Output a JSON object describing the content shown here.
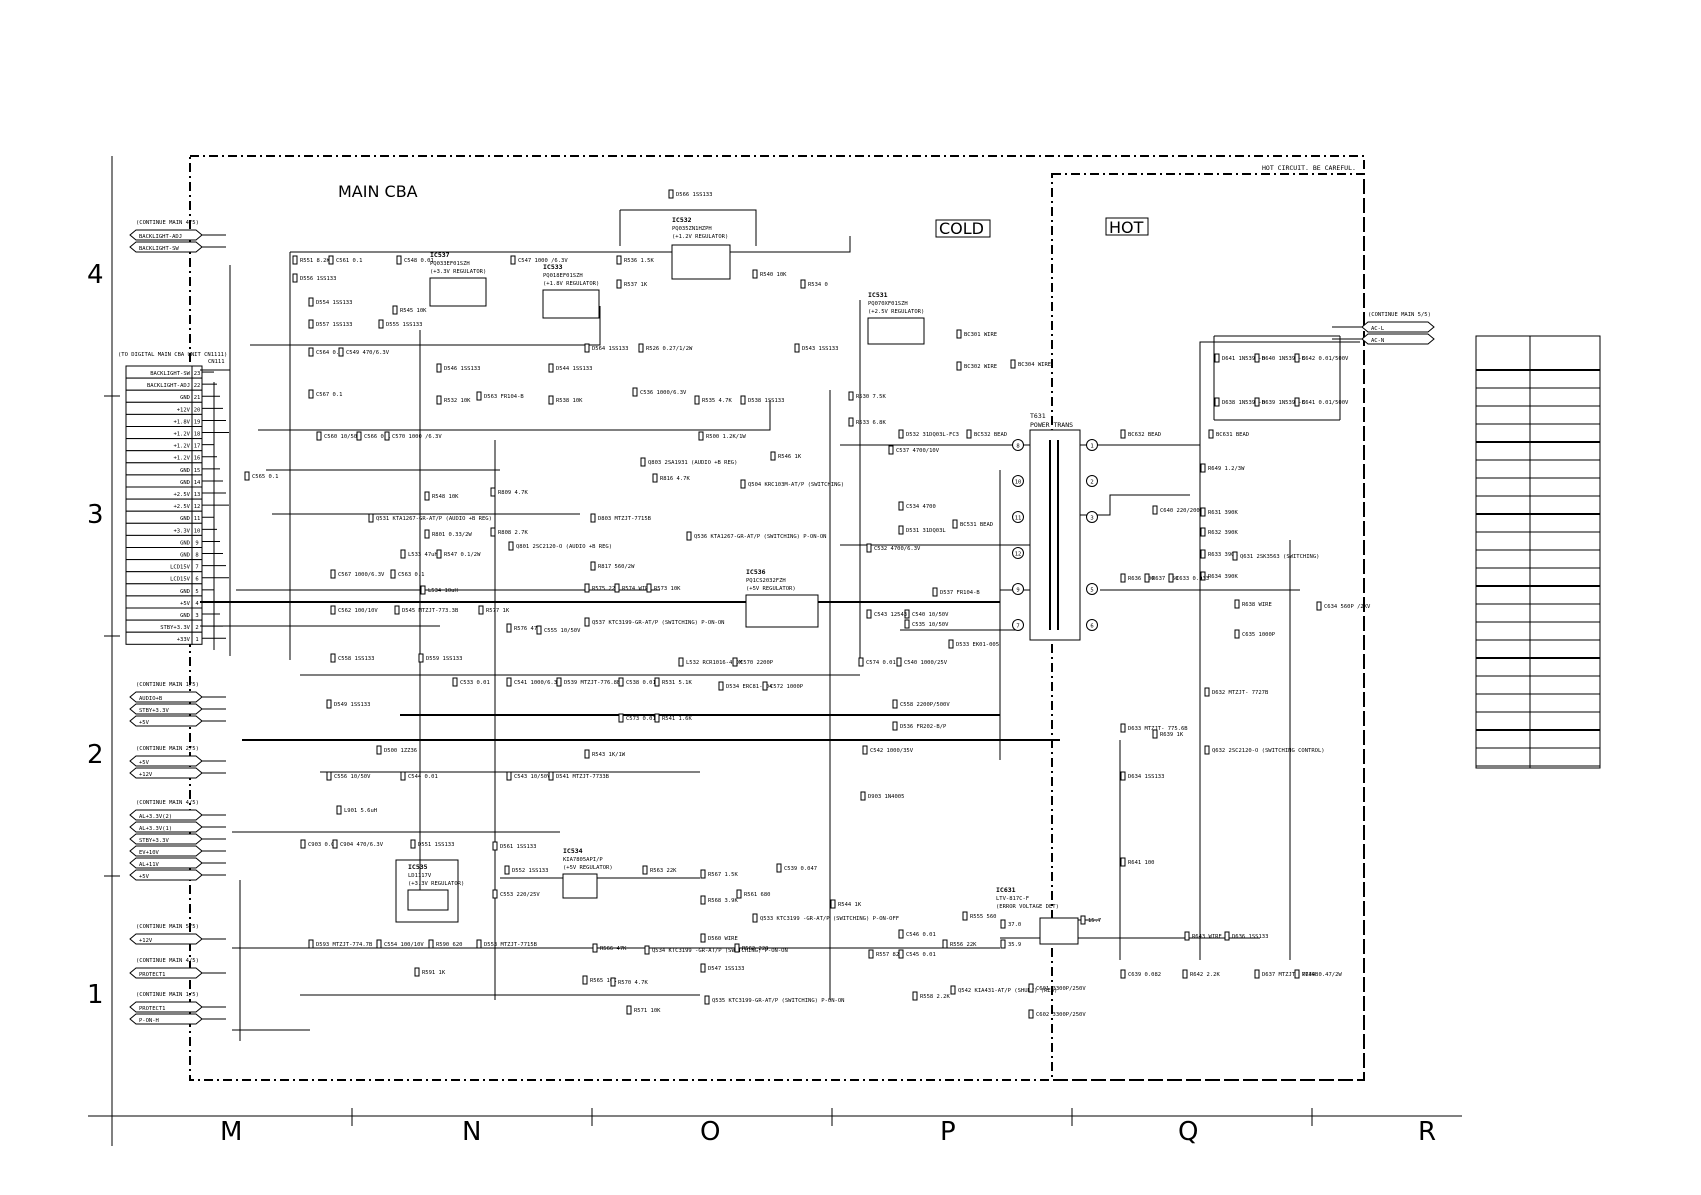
{
  "title": "MAIN CBA",
  "hot_warning": "HOT CIRCUIT. BE CAREFUL.",
  "zones": {
    "cold": "COLD",
    "hot": "HOT"
  },
  "grid_cols": [
    "M",
    "N",
    "O",
    "P",
    "Q",
    "R"
  ],
  "grid_rows": [
    "4",
    "3",
    "2",
    "1"
  ],
  "connector_header": "(TO DIGITAL MAIN CBA UNIT CN1111)",
  "connector_ref": "CN111",
  "connector_pins": [
    {
      "label": "BACKLIGHT-SW",
      "pin": "23"
    },
    {
      "label": "BACKLIGHT-ADJ",
      "pin": "22"
    },
    {
      "label": "GND",
      "pin": "21"
    },
    {
      "label": "+12V",
      "pin": "20"
    },
    {
      "label": "+1.8V",
      "pin": "19"
    },
    {
      "label": "+1.2V",
      "pin": "18"
    },
    {
      "label": "+1.2V",
      "pin": "17"
    },
    {
      "label": "+1.2V",
      "pin": "16"
    },
    {
      "label": "GND",
      "pin": "15"
    },
    {
      "label": "GND",
      "pin": "14"
    },
    {
      "label": "+2.5V",
      "pin": "13"
    },
    {
      "label": "+2.5V",
      "pin": "12"
    },
    {
      "label": "GND",
      "pin": "11"
    },
    {
      "label": "+3.3V",
      "pin": "10"
    },
    {
      "label": "GND",
      "pin": "9"
    },
    {
      "label": "GND",
      "pin": "8"
    },
    {
      "label": "LCD15V",
      "pin": "7"
    },
    {
      "label": "LCD15V",
      "pin": "6"
    },
    {
      "label": "GND",
      "pin": "5"
    },
    {
      "label": "+5V",
      "pin": "4"
    },
    {
      "label": "GND",
      "pin": "3"
    },
    {
      "label": "STBY+3.3V",
      "pin": "2"
    },
    {
      "label": "+33V",
      "pin": "1"
    }
  ],
  "continue_groups": [
    {
      "title": "(CONTINUE MAIN 4/5)",
      "signals": [
        "BACKLIGHT-ADJ",
        "BACKLIGHT-SW"
      ]
    },
    {
      "title": "(CONTINUE MAIN 1/5)",
      "signals": [
        "AUDIO+B",
        "STBY+3.3V",
        "+5V"
      ]
    },
    {
      "title": "(CONTINUE MAIN 2/5)",
      "signals": [
        "+5V",
        "+12V"
      ]
    },
    {
      "title": "(CONTINUE MAIN 4/5)",
      "signals": [
        "AL+3.3V(2)",
        "AL+3.3V(1)",
        "STBY+3.3V",
        "EV+10V",
        "AL+11V",
        "+5V"
      ]
    },
    {
      "title": "(CONTINUE MAIN 5/5)",
      "signals": [
        "+12V"
      ]
    },
    {
      "title": "(CONTINUE MAIN 4/5)",
      "signals": [
        "PROTECT1"
      ]
    },
    {
      "title": "(CONTINUE MAIN 1/5)",
      "signals": [
        "PROTECT1",
        "P-ON-H"
      ]
    },
    {
      "title": "(CONTINUE MAIN 5/5)",
      "signals": [
        "AC-L",
        "AC-N"
      ]
    }
  ],
  "regulators": [
    {
      "ref": "IC537",
      "part": "PQ033EF01SZH",
      "desc": "(+3.3V REGULATOR)"
    },
    {
      "ref": "IC533",
      "part": "PQ018EF01SZH",
      "desc": "(+1.8V REGULATOR)"
    },
    {
      "ref": "IC532",
      "part": "PQ035ZN1HZPH",
      "desc": "(+1.2V REGULATOR)"
    },
    {
      "ref": "IC531",
      "part": "PQ070XF01SZH",
      "desc": "(+2.5V REGULATOR)"
    },
    {
      "ref": "IC536",
      "part": "PQ1CS2032FZH",
      "desc": "(+5V REGULATOR)"
    },
    {
      "ref": "IC534",
      "part": "KIA7805API/P",
      "desc": "(+5V REGULATOR)"
    },
    {
      "ref": "IC535",
      "part": "LD1117V",
      "desc": "(+3.3V REGULATOR)"
    },
    {
      "ref": "IC631",
      "part": "LTV-817C-F",
      "desc": "(ERROR VOLTAGE DET)"
    }
  ],
  "transformer": {
    "ref": "T631",
    "desc": "POWER TRANS"
  },
  "labels": [
    {
      "id": "d566",
      "text": "D566 1SS133"
    },
    {
      "id": "r551",
      "text": "R551 8.2K"
    },
    {
      "id": "c561",
      "text": "C561 0.1"
    },
    {
      "id": "c548",
      "text": "C548 0.01"
    },
    {
      "id": "c547",
      "text": "C547 1000 /6.3V"
    },
    {
      "id": "r536",
      "text": "R536 1.5K"
    },
    {
      "id": "r537",
      "text": "R537 1K"
    },
    {
      "id": "r540",
      "text": "R540 10K"
    },
    {
      "id": "r534",
      "text": "R534 0"
    },
    {
      "id": "d556",
      "text": "D556 1SS133"
    },
    {
      "id": "d554",
      "text": "D554 1SS133"
    },
    {
      "id": "d557",
      "text": "D557 1SS133"
    },
    {
      "id": "d555",
      "text": "D555 1SS133"
    },
    {
      "id": "r545",
      "text": "R545 10K"
    },
    {
      "id": "c564",
      "text": "C564 0.1"
    },
    {
      "id": "c549",
      "text": "C549 470/6.3V"
    },
    {
      "id": "d546",
      "text": "D546 1SS133"
    },
    {
      "id": "d544",
      "text": "D544 1SS133"
    },
    {
      "id": "d564",
      "text": "D564 1SS133"
    },
    {
      "id": "r526",
      "text": "R526 0.27/1/2W"
    },
    {
      "id": "d543",
      "text": "D543 1SS133"
    },
    {
      "id": "bc301",
      "text": "BC301 WIRE"
    },
    {
      "id": "bc302",
      "text": "BC302 WIRE"
    },
    {
      "id": "bc304",
      "text": "BC304 WIRE"
    },
    {
      "id": "c567",
      "text": "C567 0.1"
    },
    {
      "id": "r532",
      "text": "R532 10K"
    },
    {
      "id": "d563",
      "text": "D563 FR104-B"
    },
    {
      "id": "r538",
      "text": "R538 10K"
    },
    {
      "id": "c536",
      "text": "C536 1000/6.3V"
    },
    {
      "id": "r535",
      "text": "R535 4.7K"
    },
    {
      "id": "d538",
      "text": "D538 1SS133"
    },
    {
      "id": "r530",
      "text": "R530 7.5K"
    },
    {
      "id": "r533",
      "text": "R533 6.8K"
    },
    {
      "id": "c560",
      "text": "C560 10/50V"
    },
    {
      "id": "c566",
      "text": "C566 0.1"
    },
    {
      "id": "c570",
      "text": "C570 1000 /6.3V"
    },
    {
      "id": "r500",
      "text": "R500 1.2K/1W"
    },
    {
      "id": "d532",
      "text": "D532 31DQ03L-FC3"
    },
    {
      "id": "bc532",
      "text": "BC532 BEAD"
    },
    {
      "id": "c537",
      "text": "C537 4700/10V"
    },
    {
      "id": "r546",
      "text": "R546 1K"
    },
    {
      "id": "q504",
      "text": "Q504 KRC103M-AT/P (SWITCHING)"
    },
    {
      "id": "c565",
      "text": "C565 0.1"
    },
    {
      "id": "q803",
      "text": "Q803 2SA1931 (AUDIO +B REG)"
    },
    {
      "id": "r816",
      "text": "R816 4.7K"
    },
    {
      "id": "r548",
      "text": "R548 10K"
    },
    {
      "id": "r809",
      "text": "R809 4.7K"
    },
    {
      "id": "d803",
      "text": "D803 MTZJT-7715B"
    },
    {
      "id": "q531",
      "text": "Q531 KTA1267-GR-AT/P (AUDIO +B REG)"
    },
    {
      "id": "r801",
      "text": "R801 0.33/2W"
    },
    {
      "id": "r808",
      "text": "R808 2.7K"
    },
    {
      "id": "q801",
      "text": "Q801 2SC2120-O (AUDIO +B REG)"
    },
    {
      "id": "q536",
      "text": "Q536 KTA1267-GR-AT/P (SWITCHING) P-ON-ON"
    },
    {
      "id": "c534",
      "text": "C534 4700"
    },
    {
      "id": "d531",
      "text": "D531 31DQ03L"
    },
    {
      "id": "bc531",
      "text": "BC531 BEAD"
    },
    {
      "id": "c532",
      "text": "C532 4700/6.3V"
    },
    {
      "id": "l533",
      "text": "L533 47uH"
    },
    {
      "id": "r547",
      "text": "R547 0.1/2W"
    },
    {
      "id": "r817",
      "text": "R817 560/2W"
    },
    {
      "id": "c567b",
      "text": "C567 1000/6.3V"
    },
    {
      "id": "c563",
      "text": "C563 0.1"
    },
    {
      "id": "l534",
      "text": "L534 10uH"
    },
    {
      "id": "r575",
      "text": "R575 220"
    },
    {
      "id": "r574",
      "text": "R574 WIRE"
    },
    {
      "id": "r573",
      "text": "R573 10K"
    },
    {
      "id": "c562",
      "text": "C562 100/10V"
    },
    {
      "id": "d545",
      "text": "D545 MTZJT-773.3B"
    },
    {
      "id": "r577",
      "text": "R577 1K"
    },
    {
      "id": "r576",
      "text": "R576 47K"
    },
    {
      "id": "c555",
      "text": "C555 10/50V"
    },
    {
      "id": "q537",
      "text": "Q537 KTC3199-GR-AT/P (SWITCHING) P-ON-ON"
    },
    {
      "id": "c540b",
      "text": "C540 10/50V"
    },
    {
      "id": "c543b",
      "text": "C543 12543"
    },
    {
      "id": "c535b",
      "text": "C535 10/50V"
    },
    {
      "id": "d537",
      "text": "D537 FR104-B"
    },
    {
      "id": "d533",
      "text": "D533 EK01-005"
    },
    {
      "id": "c558b",
      "text": "C558 1SS133"
    },
    {
      "id": "d559",
      "text": "D559 1SS133"
    },
    {
      "id": "c533",
      "text": "C533 0.01"
    },
    {
      "id": "c541",
      "text": "C541 1000/6.3V"
    },
    {
      "id": "d539",
      "text": "D539 MTZJT-776.8B"
    },
    {
      "id": "c538",
      "text": "C538 0.01"
    },
    {
      "id": "r531",
      "text": "R531 5.1K"
    },
    {
      "id": "l532",
      "text": "L532 RCR1016-470M"
    },
    {
      "id": "c570b",
      "text": "C570 2200P"
    },
    {
      "id": "d534",
      "text": "D534 ERC81-004"
    },
    {
      "id": "c572",
      "text": "C572 1000P"
    },
    {
      "id": "c574",
      "text": "C574 0.01"
    },
    {
      "id": "c540",
      "text": "C540 1000/25V"
    },
    {
      "id": "d549",
      "text": "D549 1SS133"
    },
    {
      "id": "c573",
      "text": "C573 0.01"
    },
    {
      "id": "r541",
      "text": "R541 1.6K"
    },
    {
      "id": "c558",
      "text": "C558 2200P/500V"
    },
    {
      "id": "d536",
      "text": "D536 FR202-B/P"
    },
    {
      "id": "d500",
      "text": "D500 1ZZ36"
    },
    {
      "id": "r543",
      "text": "R543 1K/1W"
    },
    {
      "id": "c542",
      "text": "C542 1000/35V"
    },
    {
      "id": "c556",
      "text": "C556 10/50V"
    },
    {
      "id": "c544",
      "text": "C544 0.01"
    },
    {
      "id": "c543",
      "text": "C543 10/50V"
    },
    {
      "id": "d541",
      "text": "D541 MTZJT-7733B"
    },
    {
      "id": "d903",
      "text": "D903 1N4005"
    },
    {
      "id": "l901",
      "text": "L901 5.6uH"
    },
    {
      "id": "c903",
      "text": "C903 0.01"
    },
    {
      "id": "c904",
      "text": "C904 470/6.3V"
    },
    {
      "id": "d551",
      "text": "D551 1SS133"
    },
    {
      "id": "d561",
      "text": "D561 1SS133"
    },
    {
      "id": "d552",
      "text": "D552 1SS133"
    },
    {
      "id": "c553",
      "text": "C553 220/25V"
    },
    {
      "id": "r563",
      "text": "R563 22K"
    },
    {
      "id": "r567",
      "text": "R567 1.5K"
    },
    {
      "id": "c539",
      "text": "C539 0.047"
    },
    {
      "id": "r561",
      "text": "R561 680"
    },
    {
      "id": "r544",
      "text": "R544 1K"
    },
    {
      "id": "r555",
      "text": "R555 560"
    },
    {
      "id": "r568",
      "text": "R568 3.9K"
    },
    {
      "id": "q533",
      "text": "Q533 KTC3199 -GR-AT/P (SWITCHING) P-ON-OFF"
    },
    {
      "id": "d593",
      "text": "D593 MTZJT-774.7B"
    },
    {
      "id": "c554",
      "text": "C554 100/10V"
    },
    {
      "id": "r590",
      "text": "R590 620"
    },
    {
      "id": "d553",
      "text": "D553 MTZJT-7715B"
    },
    {
      "id": "r591",
      "text": "R591 1K"
    },
    {
      "id": "r566",
      "text": "R566 47K"
    },
    {
      "id": "q534",
      "text": "Q534 KTC3199 -GR-AT/P (SWITCHING) P-ON-ON"
    },
    {
      "id": "d560",
      "text": "D560 WIRE"
    },
    {
      "id": "r562",
      "text": "R562 220"
    },
    {
      "id": "d547",
      "text": "D547 1SS133"
    },
    {
      "id": "r565",
      "text": "R565 10K"
    },
    {
      "id": "r570",
      "text": "R570 4.7K"
    },
    {
      "id": "r571",
      "text": "R571 10K"
    },
    {
      "id": "q535",
      "text": "Q535 KTC3199-GR-AT/P (SWITCHING) P-ON-ON"
    },
    {
      "id": "c546",
      "text": "C546 0.01"
    },
    {
      "id": "r557",
      "text": "R557 820"
    },
    {
      "id": "c545",
      "text": "C545 0.01"
    },
    {
      "id": "r556",
      "text": "R556 22K"
    },
    {
      "id": "r558",
      "text": "R558 2.2K"
    },
    {
      "id": "q542",
      "text": "Q542 KIA431-AT/P (SHUNT) (REG)"
    },
    {
      "id": "c601",
      "text": "C601 3300P/250V"
    },
    {
      "id": "c602",
      "text": "C602 3300P/250V"
    },
    {
      "id": "d641",
      "text": "D641 1N5397-B"
    },
    {
      "id": "d640",
      "text": "D640 1N5397-B"
    },
    {
      "id": "c642",
      "text": "C642 0.01/500V"
    },
    {
      "id": "d638",
      "text": "D638 1N5397-B"
    },
    {
      "id": "d639",
      "text": "D639 1N5397-B"
    },
    {
      "id": "c641",
      "text": "C641 0.01/500V"
    },
    {
      "id": "bc632",
      "text": "BC632 BEAD"
    },
    {
      "id": "bc631",
      "text": "BC631 BEAD"
    },
    {
      "id": "r649",
      "text": "R649 1.2/3W"
    },
    {
      "id": "c640",
      "text": "C640 220/200V"
    },
    {
      "id": "r631",
      "text": "R631 390K"
    },
    {
      "id": "r632",
      "text": "R632 390K"
    },
    {
      "id": "r633",
      "text": "R633 390K"
    },
    {
      "id": "r634",
      "text": "R634 390K"
    },
    {
      "id": "q631",
      "text": "Q631 2SK3563 (SWITCHING)"
    },
    {
      "id": "r636",
      "text": "R636 100"
    },
    {
      "id": "r637",
      "text": "R637 150"
    },
    {
      "id": "c633",
      "text": "C633 0.033"
    },
    {
      "id": "r638",
      "text": "R638 WIRE"
    },
    {
      "id": "c635",
      "text": "C635 1000P"
    },
    {
      "id": "c634",
      "text": "C634 560P /2KV"
    },
    {
      "id": "d632",
      "text": "D632 MTZJT- 7727B"
    },
    {
      "id": "d633",
      "text": "D633 MTZJT- 775.6B"
    },
    {
      "id": "r639",
      "text": "R639 1K"
    },
    {
      "id": "q632",
      "text": "Q632 2SC2120-O (SWITCHING CONTROL)"
    },
    {
      "id": "d634",
      "text": "D634 1SS133"
    },
    {
      "id": "r641",
      "text": "R641 100"
    },
    {
      "id": "r643",
      "text": "R643 WIRE"
    },
    {
      "id": "d636",
      "text": "D636 1SS133"
    },
    {
      "id": "c639",
      "text": "C639 0.082"
    },
    {
      "id": "r642",
      "text": "R642 2.2K"
    },
    {
      "id": "d637",
      "text": "D637 MTZJT- 7739B"
    },
    {
      "id": "r644",
      "text": "R644 0.47/2W"
    },
    {
      "id": "v37",
      "text": "37.0"
    },
    {
      "id": "v157",
      "text": "15.7"
    },
    {
      "id": "v359",
      "text": "35.9"
    }
  ],
  "colors": {
    "ink": "#000000",
    "paper": "#ffffff"
  }
}
